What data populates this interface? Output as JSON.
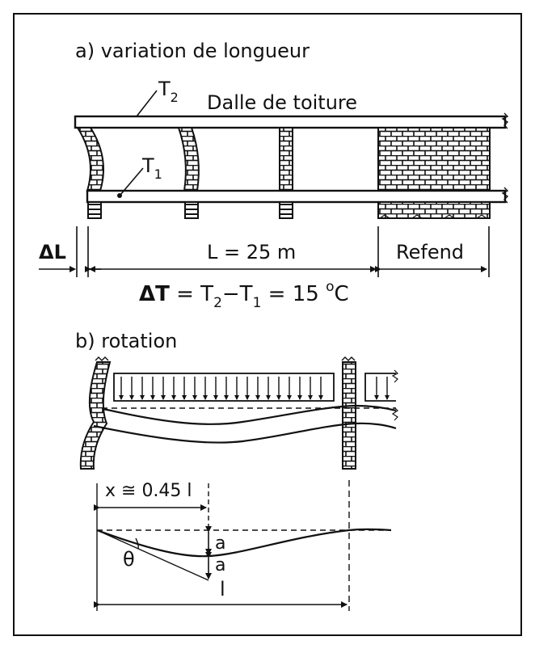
{
  "section_a": {
    "title": "a) variation de longueur",
    "label_t2": "T",
    "label_t2_sub": "2",
    "slab_label": "Dalle de toiture",
    "label_t1": "T",
    "label_t1_sub": "1",
    "delta_l": "ΔL",
    "length": "L = 25 m",
    "wall_label": "Refend",
    "eq_delta": "ΔT",
    "eq_eq1": " = T",
    "eq_sub2": "2",
    "eq_minus": "−T",
    "eq_sub1": "1",
    "eq_val": " = 15 ",
    "eq_deg": "o",
    "eq_unit": "C"
  },
  "section_b": {
    "title": "b) rotation",
    "x_label": "x ≅ 0.45 l",
    "a_top": "a",
    "a_bottom": "a",
    "theta": "θ",
    "span": "l"
  },
  "colors": {
    "ink": "#111111",
    "background": "#ffffff"
  }
}
